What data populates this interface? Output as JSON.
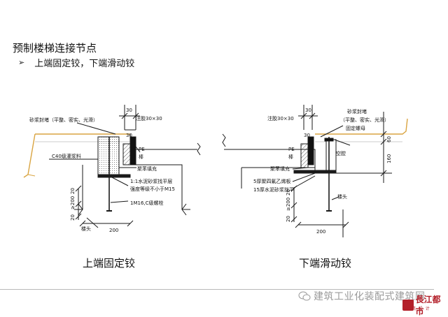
{
  "slide": {
    "title": "预制楼梯连接节点",
    "bullet": "上端固定铰，下端滑动铰"
  },
  "left_detail": {
    "caption": "上端固定铰",
    "dim_30_top": "30",
    "dim_30_side": "30",
    "glue_label": "注胶30×30",
    "mortar_label": "砂浆封堵（平整、密实、光滑）",
    "pe_label": "PE",
    "rod_label": "棒",
    "grout_label": "C40级灌浆料",
    "foam_label": "聚苯填充",
    "mortar_level_1": "1:1水泥砂浆找平层",
    "mortar_level_2": "强度等级不小于M15",
    "anchor_label": "1M16,C级螺栓",
    "slope_label": "楼头",
    "dim_20_a": "20",
    "dim_200_v": "≥200",
    "dim_20_b": "20",
    "dim_200_h": "200"
  },
  "right_detail": {
    "caption": "下端滑动铰",
    "dim_30_top": "30",
    "dim_30_side": "30",
    "glue_label": "注胶30×30",
    "mortar_label": "砂浆封堵",
    "mortar_sub": "（平整、密实、光滑）",
    "nut_label": "固定螺母",
    "pe_label": "PE",
    "rod_label": "棒",
    "cavity_label": "空腔",
    "foam_label": "聚苯填充",
    "ptfe_label": "5厚聚四氟乙烯板",
    "mortar_level": "15厚水泥砂浆找平",
    "slope_label": "楼头",
    "dim_60": "60",
    "dim_160": "160",
    "dim_20_a": "20",
    "dim_200_v": "≥200",
    "dim_20_b": "20",
    "dim_200_h": "200"
  },
  "footer": {
    "watermark": "建筑工业化装配式建筑网",
    "logo_text": "長江都市",
    "logo_sub": "建 筑 设 计"
  },
  "colors": {
    "slab_orange": "#d9a441",
    "line": "#1a1a1a",
    "brand_red": "#b3202a"
  }
}
